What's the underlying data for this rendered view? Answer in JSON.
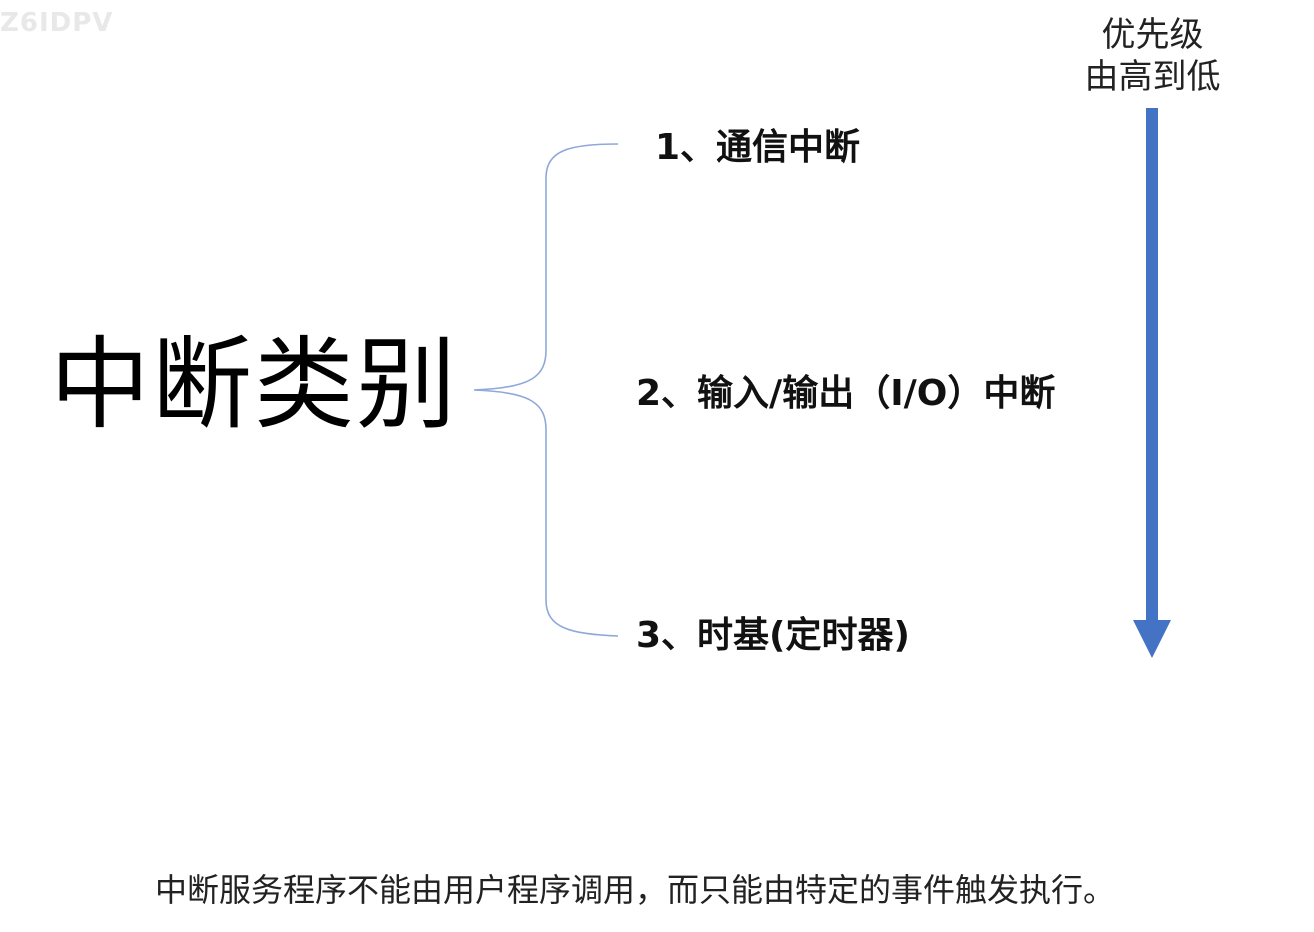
{
  "watermark": "Z6IDPV",
  "title": "中断类别",
  "items": [
    "1、通信中断",
    "2、输入/输出（I/O）中断",
    "3、时基(定时器)"
  ],
  "priority": {
    "line1": "优先级",
    "line2": "由高到低"
  },
  "footer_note": "中断服务程序不能由用户程序调用，而只能由特定的事件触发执行。",
  "colors": {
    "brace": "#8fa8d8",
    "arrow": "#4472c4"
  }
}
